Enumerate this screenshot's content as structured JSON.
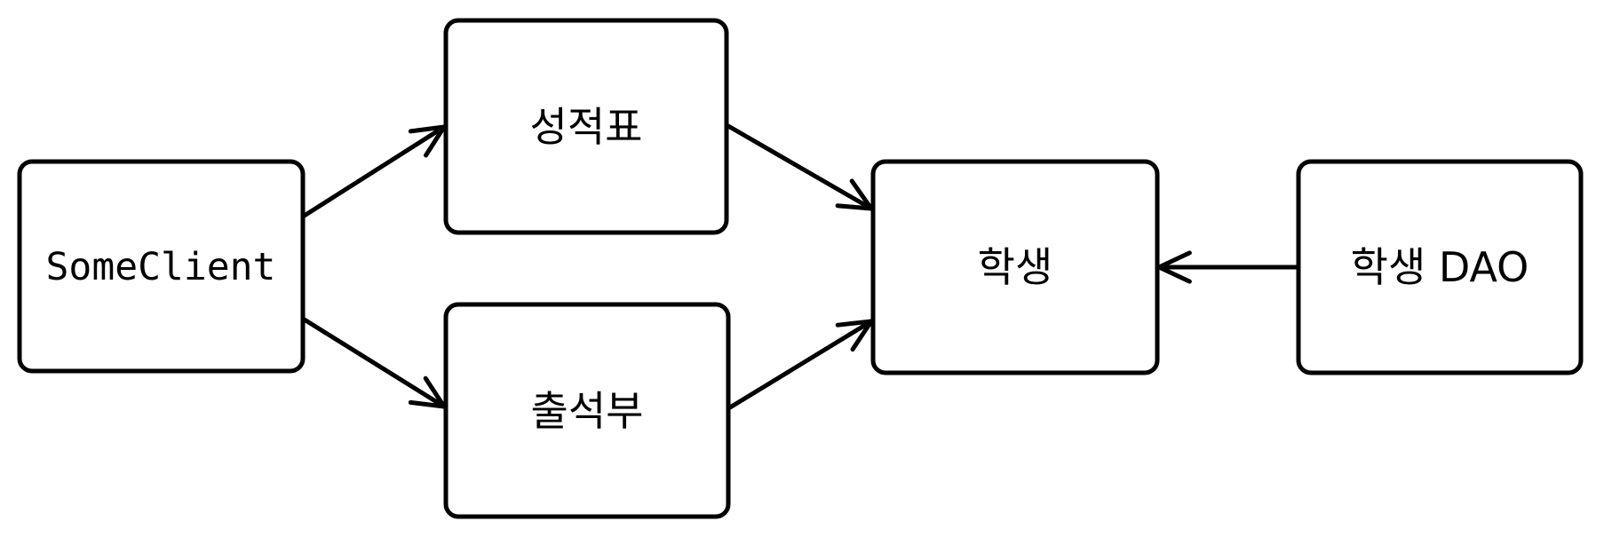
{
  "diagram": {
    "background_color": "#ffffff",
    "stroke_color": "#000000",
    "fill_color": "#ffffff",
    "nodes": [
      {
        "id": "some-client",
        "label": "SomeClient"
      },
      {
        "id": "grade-report",
        "label": "성적표"
      },
      {
        "id": "attendance-book",
        "label": "출석부"
      },
      {
        "id": "student",
        "label": "학생"
      },
      {
        "id": "student-dao",
        "label": "학생 DAO"
      }
    ],
    "edges": [
      {
        "from": "some-client",
        "to": "grade-report"
      },
      {
        "from": "some-client",
        "to": "attendance-book"
      },
      {
        "from": "grade-report",
        "to": "student"
      },
      {
        "from": "attendance-book",
        "to": "student"
      },
      {
        "from": "student-dao",
        "to": "student"
      }
    ]
  }
}
